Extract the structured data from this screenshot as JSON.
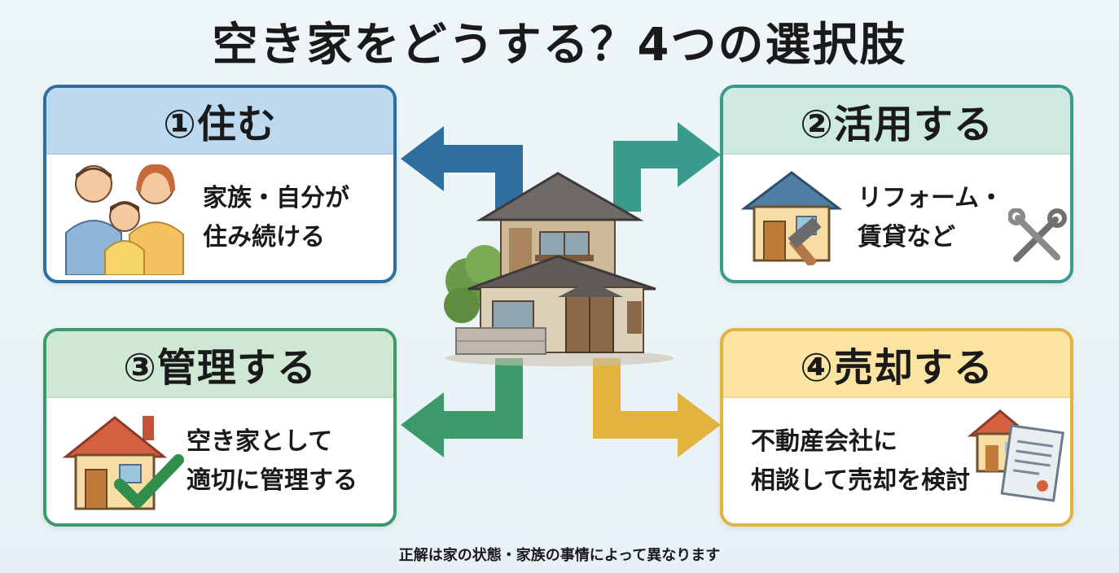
{
  "title": "空き家をどうする？4つの選択肢",
  "options": [
    {
      "heading": "①住む",
      "lines": [
        "家族・自分が",
        "住み続ける"
      ],
      "icon": "family-icon"
    },
    {
      "heading": "②活用する",
      "lines": [
        "リフォーム・",
        "賃貸など"
      ],
      "icon": "house-hammer-icon"
    },
    {
      "heading": "③管理する",
      "lines": [
        "空き家として",
        "適切に管理する"
      ],
      "icon": "house-check-icon"
    },
    {
      "heading": "④売却する",
      "lines": [
        "不動産会社に",
        "相談して売却を検討"
      ],
      "icon": "house-document-icon"
    }
  ],
  "footer": "正解は家の状態・家族の事情によって異なります",
  "colors": {
    "blue": "#2f6f9f",
    "teal": "#3a9a8c",
    "green": "#3c9a6a",
    "yellow": "#e2b33d"
  }
}
